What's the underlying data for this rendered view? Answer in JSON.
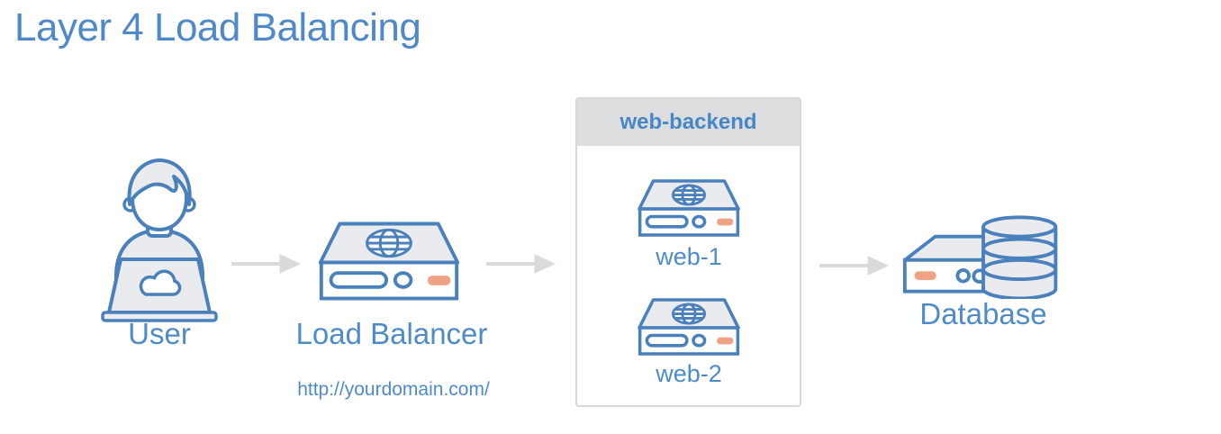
{
  "title": "Layer 4 Load Balancing",
  "colors": {
    "title_blue": "#5089c9",
    "label_blue": "#4e8bc9",
    "header_blue": "#4886c4",
    "blue_stroke": "#4a81bc",
    "orange": "#f0a285",
    "fill_gray": "#e9ebee",
    "arrow_gray": "#dadada",
    "panel_header_bg": "#dcdddf",
    "panel_border": "#d8d8d8"
  },
  "nodes": {
    "user": {
      "label": "User"
    },
    "load_balancer": {
      "label": "Load Balancer",
      "url": "http://yourdomain.com/"
    },
    "backend_group": {
      "label": "web-backend",
      "servers": [
        {
          "label": "web-1"
        },
        {
          "label": "web-2"
        }
      ]
    },
    "database": {
      "label": "Database"
    }
  },
  "icons": {
    "user": "person-at-laptop-with-cloud-icon",
    "load_balancer": "server-with-globe-icon",
    "web_server": "server-with-globe-icon",
    "database": "server-with-database-cylinders-icon",
    "flow": "right-arrow-icon"
  }
}
